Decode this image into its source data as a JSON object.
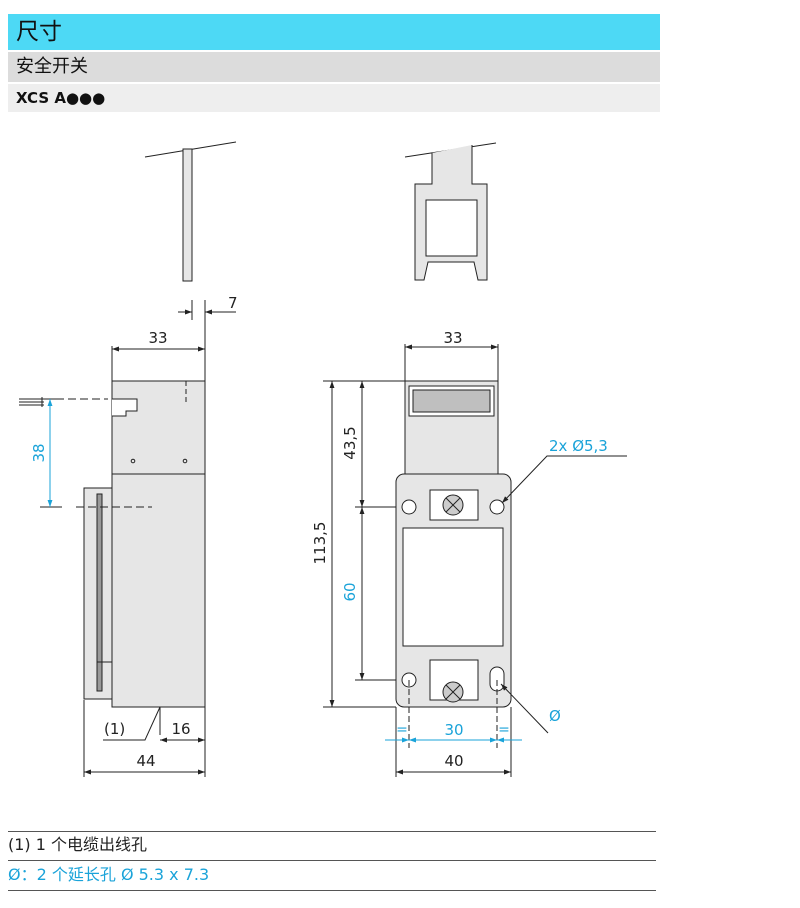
{
  "header": {
    "title": "尺寸",
    "subtitle": "安全开关",
    "model": "XCS A●●●"
  },
  "colors": {
    "title_bg": "#4dd9f5",
    "accent": "#1aa3d9",
    "body_fill": "#e6e6e6",
    "line": "#222222"
  },
  "drawing": {
    "left_view": {
      "dim_key_thickness": "7",
      "dim_top_width": "33",
      "dim_offset": "38",
      "dim_cable_label": "(1)",
      "dim_flange": "16",
      "dim_total_depth": "44"
    },
    "right_view": {
      "dim_top_width": "33",
      "dim_upper_height": "43,5",
      "dim_total_height": "113,5",
      "dim_hole_spacing": "60",
      "hole_callout": "2x Ø5,3",
      "dia_callout": "Ø",
      "dim_hole_pitch": "30",
      "eq_left": "=",
      "eq_right": "=",
      "dim_body_width": "40"
    }
  },
  "notes": {
    "note1": "(1) 1 个电缆出线孔",
    "note2": "Ø：2 个延长孔 Ø 5.3 x 7.3"
  }
}
